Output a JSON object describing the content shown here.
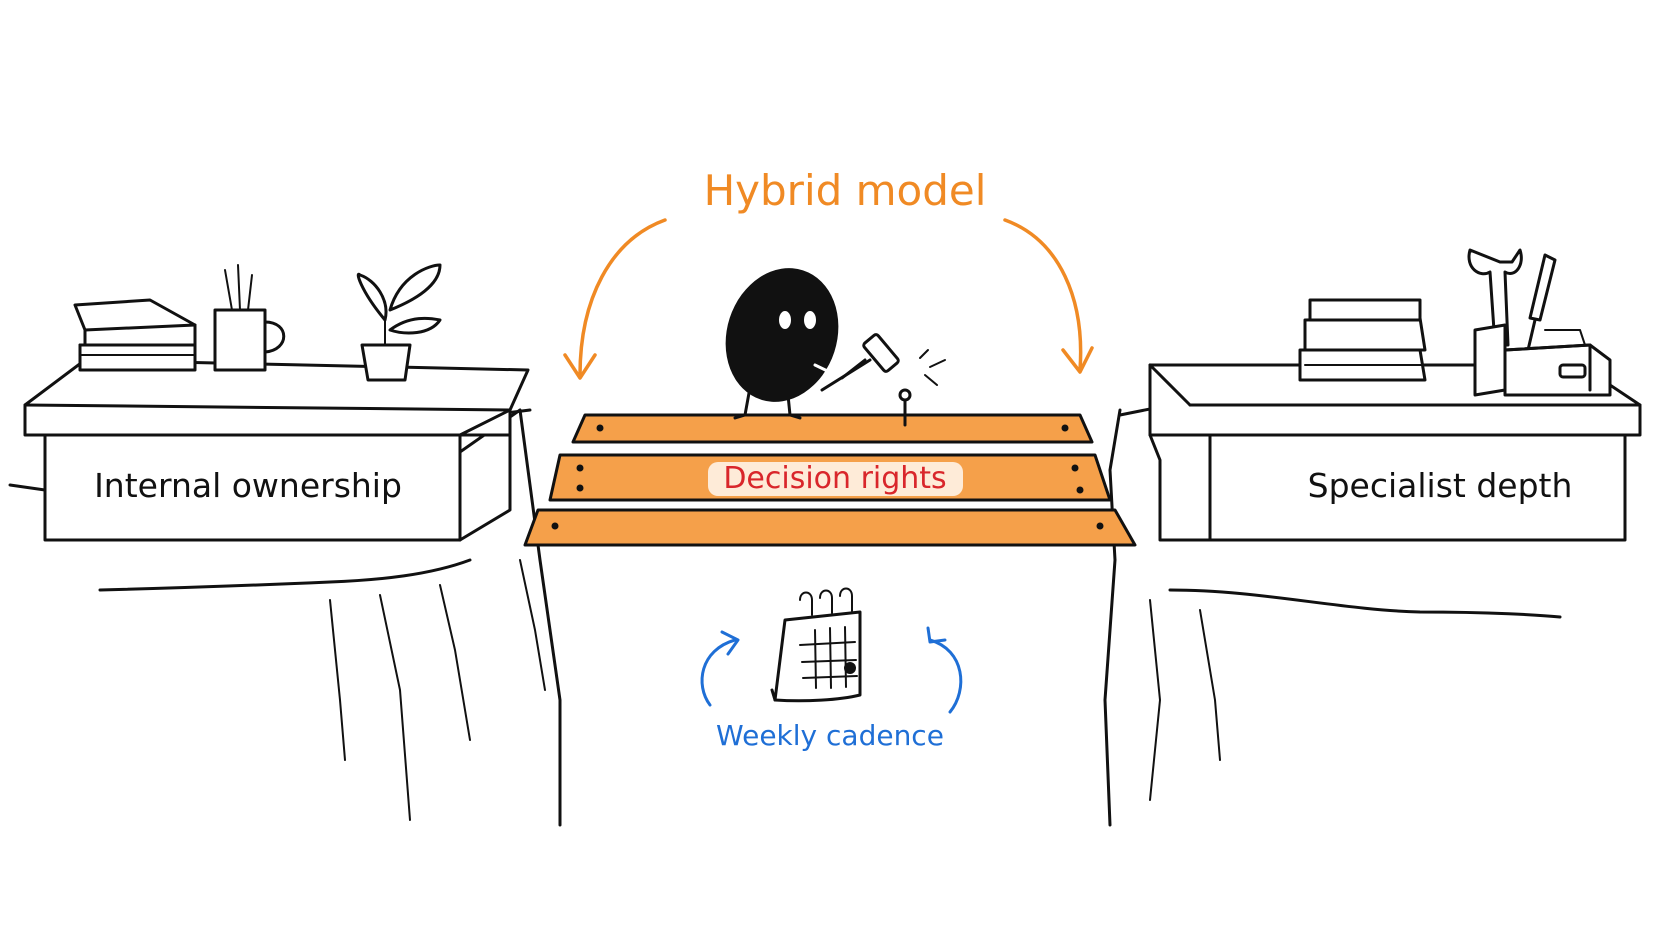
{
  "labels": {
    "title": "Hybrid model",
    "left_desk": "Internal ownership",
    "right_desk": "Specialist depth",
    "bridge": "Decision rights",
    "cadence": "Weekly cadence"
  },
  "colors": {
    "ink": "#111111",
    "title": "#f08a24",
    "bridge_plank": "#f5a04a",
    "bridge_label": "#d9262b",
    "cadence": "#1f6fd6",
    "background": "#ffffff"
  },
  "icons": {
    "left_desk_items": [
      "books-stack-icon",
      "pencil-mug-icon",
      "potted-plant-icon"
    ],
    "right_desk_items": [
      "books-stack-icon",
      "wrench-icon",
      "screwdriver-icon",
      "toolbox-icon"
    ],
    "character": "character-with-hammer-icon",
    "calendar": "calendar-icon"
  }
}
